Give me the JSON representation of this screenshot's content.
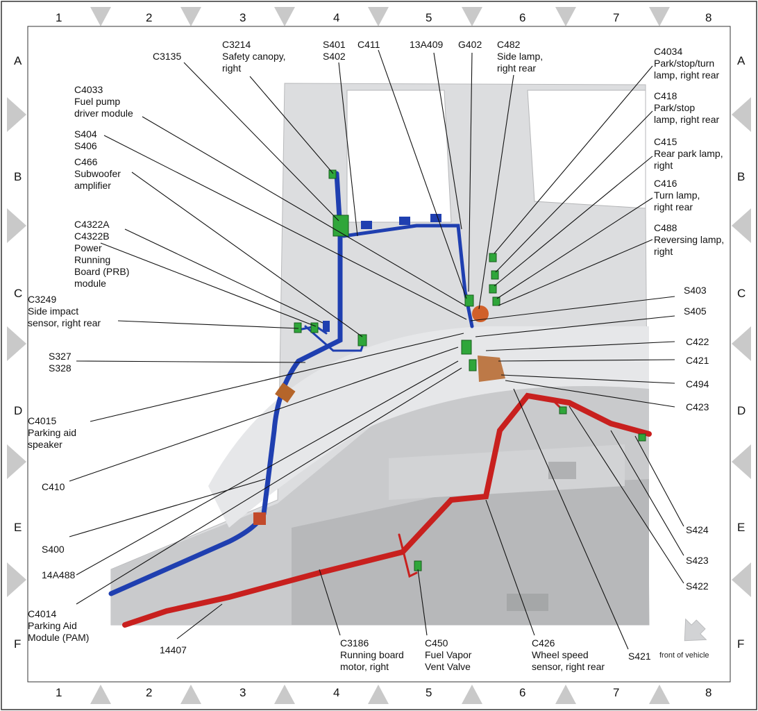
{
  "grid": {
    "columns": [
      "1",
      "2",
      "3",
      "4",
      "5",
      "6",
      "7",
      "8"
    ],
    "rows": [
      "A",
      "B",
      "C",
      "D",
      "E",
      "F"
    ]
  },
  "callouts": {
    "c3135": "C3135",
    "c3214": "C3214\nSafety canopy,\nright",
    "s401": "S401\nS402",
    "c411": "C411",
    "a13a409": "13A409",
    "g402": "G402",
    "c482": "C482\nSide lamp,\nright rear",
    "c4034": "C4034\nPark/stop/turn\nlamp, right rear",
    "c418": "C418\nPark/stop\nlamp, right rear",
    "c415": "C415\nRear park lamp,\nright",
    "c416": "C416\nTurn lamp,\nright rear",
    "c488": "C488\nReversing lamp,\nright",
    "c4033": "C4033\nFuel pump\ndriver module",
    "s404": "S404\nS406",
    "c466": "C466\nSubwoofer\namplifier",
    "c4322": "C4322A\nC4322B\nPower\nRunning\nBoard (PRB)\nmodule",
    "c3249": "C3249\nSide impact\nsensor, right rear",
    "s327": "S327\nS328",
    "c4015": "C4015\nParking aid\nspeaker",
    "c410": "C410",
    "s400": "S400",
    "a14a488": "14A488",
    "c4014": "C4014\nParking Aid\nModule (PAM)",
    "a14407": "14407",
    "c3186": "C3186\nRunning board\nmotor, right",
    "c450": "C450\nFuel Vapor\nVent Valve",
    "c426": "C426\nWheel speed\nsensor, right rear",
    "s421": "S421",
    "s403": "S403",
    "s405": "S405",
    "c422": "C422",
    "c421": "C421",
    "c494": "C494",
    "c423": "C423",
    "s424": "S424",
    "s423": "S423",
    "s422": "S422"
  },
  "front_of_vehicle": "front of vehicle",
  "colors": {
    "harness_blue": "#1f3fb0",
    "harness_red": "#c8201e",
    "connector_green": "#2fa63a",
    "module_orange": "#b5652a",
    "body_gray": "#d6d7d9"
  }
}
